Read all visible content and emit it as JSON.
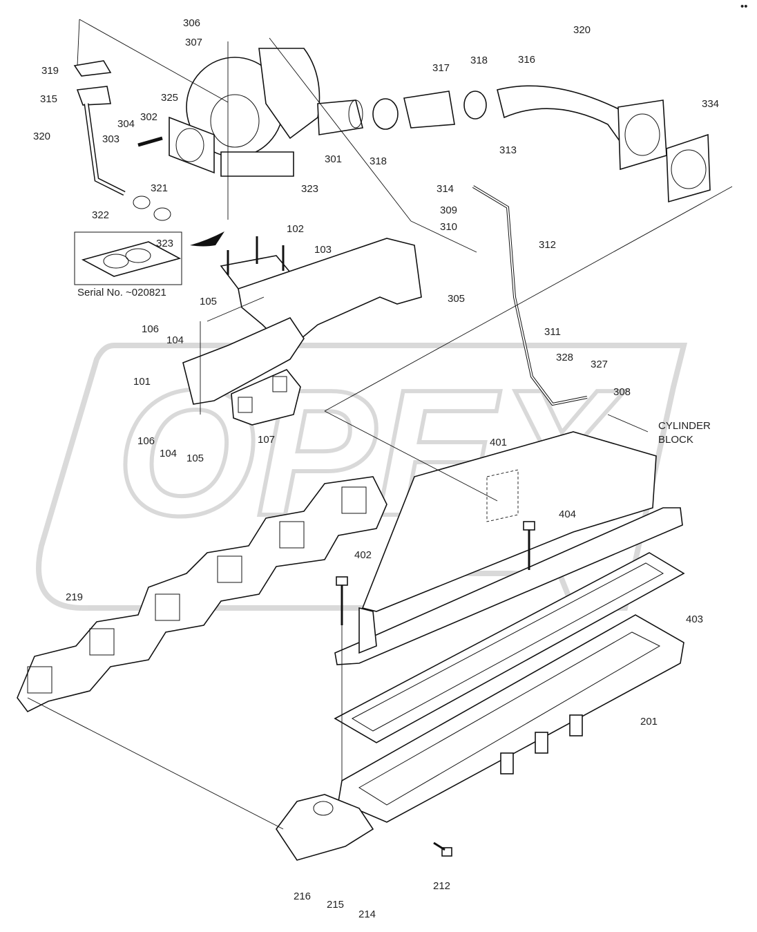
{
  "watermark": {
    "text": "OPEX"
  },
  "corner_mark": "•• ",
  "inset": {
    "part": "323",
    "serial": "Serial No. ~020821"
  },
  "note": {
    "line1": "CYLINDER",
    "line2": "BLOCK"
  },
  "labels": [
    "306",
    "307",
    "319",
    "315",
    "320",
    "304",
    "302",
    "303",
    "325",
    "301",
    "318",
    "317",
    "318",
    "316",
    "320",
    "334",
    "313",
    "314",
    "309",
    "310",
    "323",
    "102",
    "103",
    "105",
    "106",
    "104",
    "312",
    "305",
    "311",
    "328",
    "327",
    "308",
    "101",
    "106",
    "104",
    "105",
    "107",
    "401",
    "404",
    "402",
    "219",
    "403",
    "201",
    "216",
    "215",
    "214",
    "212",
    "321",
    "322"
  ]
}
